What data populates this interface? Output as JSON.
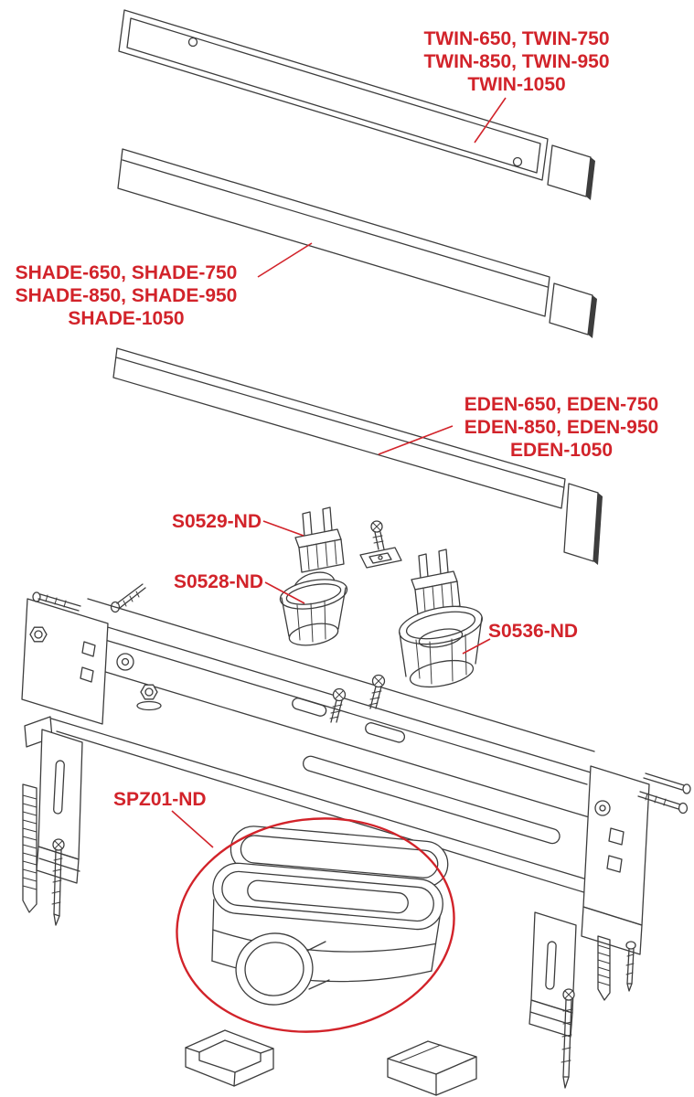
{
  "labels": {
    "twin": {
      "line1": "TWIN-650, TWIN-750",
      "line2": "TWIN-850, TWIN-950",
      "line3": "TWIN-1050"
    },
    "shade": {
      "line1": "SHADE-650, SHADE-750",
      "line2": "SHADE-850, SHADE-950",
      "line3": "SHADE-1050"
    },
    "eden": {
      "line1": "EDEN-650, EDEN-750",
      "line2": "EDEN-850, EDEN-950",
      "line3": "EDEN-1050"
    },
    "s0529": {
      "text": "S0529-ND"
    },
    "s0528": {
      "text": "S0528-ND"
    },
    "s0536": {
      "text": "S0536-ND"
    },
    "spz01": {
      "text": "SPZ01-ND"
    }
  },
  "colors": {
    "label_red": "#d2232a",
    "line_art": "#3d3d3d",
    "background": "#ffffff"
  }
}
